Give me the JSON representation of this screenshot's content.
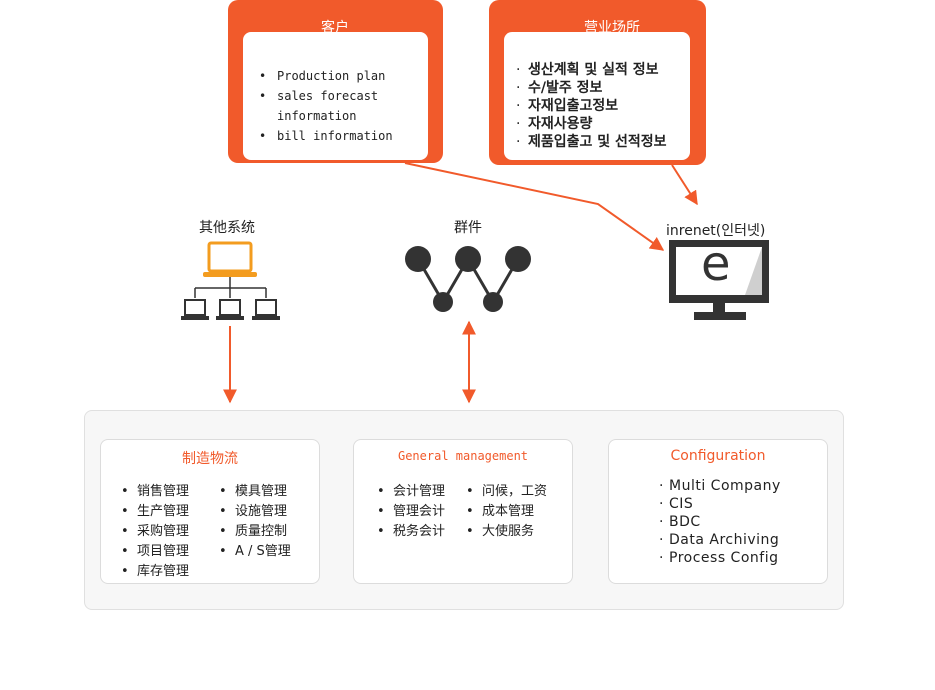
{
  "customer": {
    "title": "客户",
    "items": [
      "Production plan",
      "sales forecast information",
      "bill information"
    ]
  },
  "business_site": {
    "title": "营业场所",
    "items": [
      "생산계획 및 실적 정보",
      "수/발주 정보",
      "자재입출고정보",
      "자재사용량",
      "제품입출고 및 선적정보"
    ]
  },
  "nodes": {
    "other_systems": "其他系统",
    "middleware": "群件",
    "internet": "inrenet(인터넷)",
    "internet_glyph": "e"
  },
  "bullet": "•",
  "kr_bullet": "·",
  "manufacturing": {
    "title": "制造物流",
    "col1": [
      "销售管理",
      "生产管理",
      "采购管理",
      "项目管理",
      "库存管理"
    ],
    "col2": [
      "模具管理",
      "设施管理",
      "质量控制",
      "A / S管理"
    ]
  },
  "general": {
    "title": "General management",
    "col1": [
      "会计管理",
      "管理会计",
      "税务会计"
    ],
    "col2": [
      "问候，工资",
      "成本管理",
      "大使服务"
    ]
  },
  "configuration": {
    "title": "Configuration",
    "items": [
      "Multi Company",
      "CIS",
      "BDC",
      "Data Archiving",
      "Process Config"
    ]
  },
  "colors": {
    "accent": "#f15a2b",
    "monitor": "#333333",
    "laptop_highlight": "#f39c1f"
  }
}
